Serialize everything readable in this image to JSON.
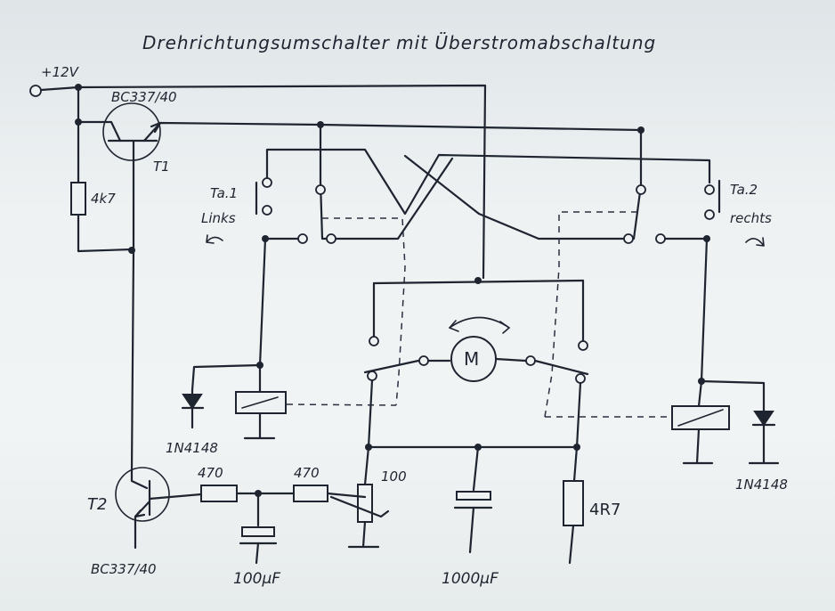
{
  "title": "Drehrichtungsumschalter mit Überstromabschaltung",
  "supply": "+12V",
  "labels": {
    "t1_type": "BC337/40",
    "t1": "T1",
    "r_4k7": "4k7",
    "ta1": "Ta.1",
    "ta1_dir": "Links",
    "ta2": "Ta.2",
    "ta2_dir": "rechts",
    "motor": "M",
    "diode_left": "1N4148",
    "diode_right": "1N4148",
    "t2": "T2",
    "t2_type": "BC337/40",
    "r1": "470",
    "r2": "470",
    "pot": "100",
    "c1": "100µF",
    "c2": "1000µF",
    "r_shunt": "4R7"
  }
}
